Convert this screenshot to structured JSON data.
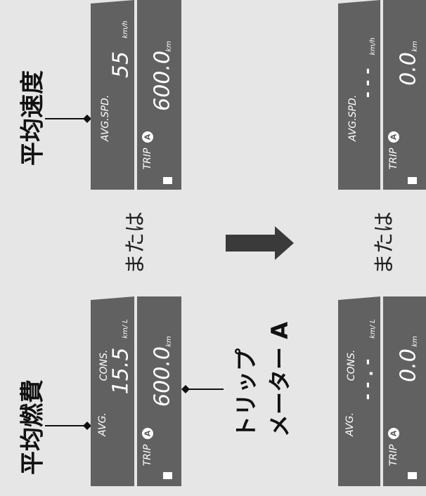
{
  "labels": {
    "avg_fuel": "平均燃費",
    "avg_speed": "平均速度",
    "or_text": "または",
    "trip_line1": "トリップ",
    "trip_line2": "メーター A"
  },
  "before": {
    "fuel_panel": {
      "avg": "AVG.",
      "cons": "CONS.",
      "value": "15.5",
      "unit": "km/ L",
      "trip_label": "TRIP",
      "trip_badge": "A",
      "trip_value": "600.0",
      "trip_unit": "km"
    },
    "speed_panel": {
      "avg_spd": "AVG.SPD.",
      "value": "55",
      "unit": "km/h",
      "trip_label": "TRIP",
      "trip_badge": "A",
      "trip_value": "600.0",
      "trip_unit": "km"
    }
  },
  "after": {
    "fuel_panel": {
      "avg": "AVG.",
      "cons": "CONS.",
      "value": "- - . -",
      "unit": "km/ L",
      "trip_label": "TRIP",
      "trip_badge": "A",
      "trip_value": "0.0",
      "trip_unit": "km"
    },
    "speed_panel": {
      "avg_spd": "AVG.SPD.",
      "value": "- - -",
      "unit": "km/h",
      "trip_label": "TRIP",
      "trip_badge": "A",
      "trip_value": "0.0",
      "trip_unit": "km"
    }
  },
  "colors": {
    "background": "#e6e6e6",
    "lcd_panel": "#616161",
    "arrow": "#3a3a3a"
  }
}
